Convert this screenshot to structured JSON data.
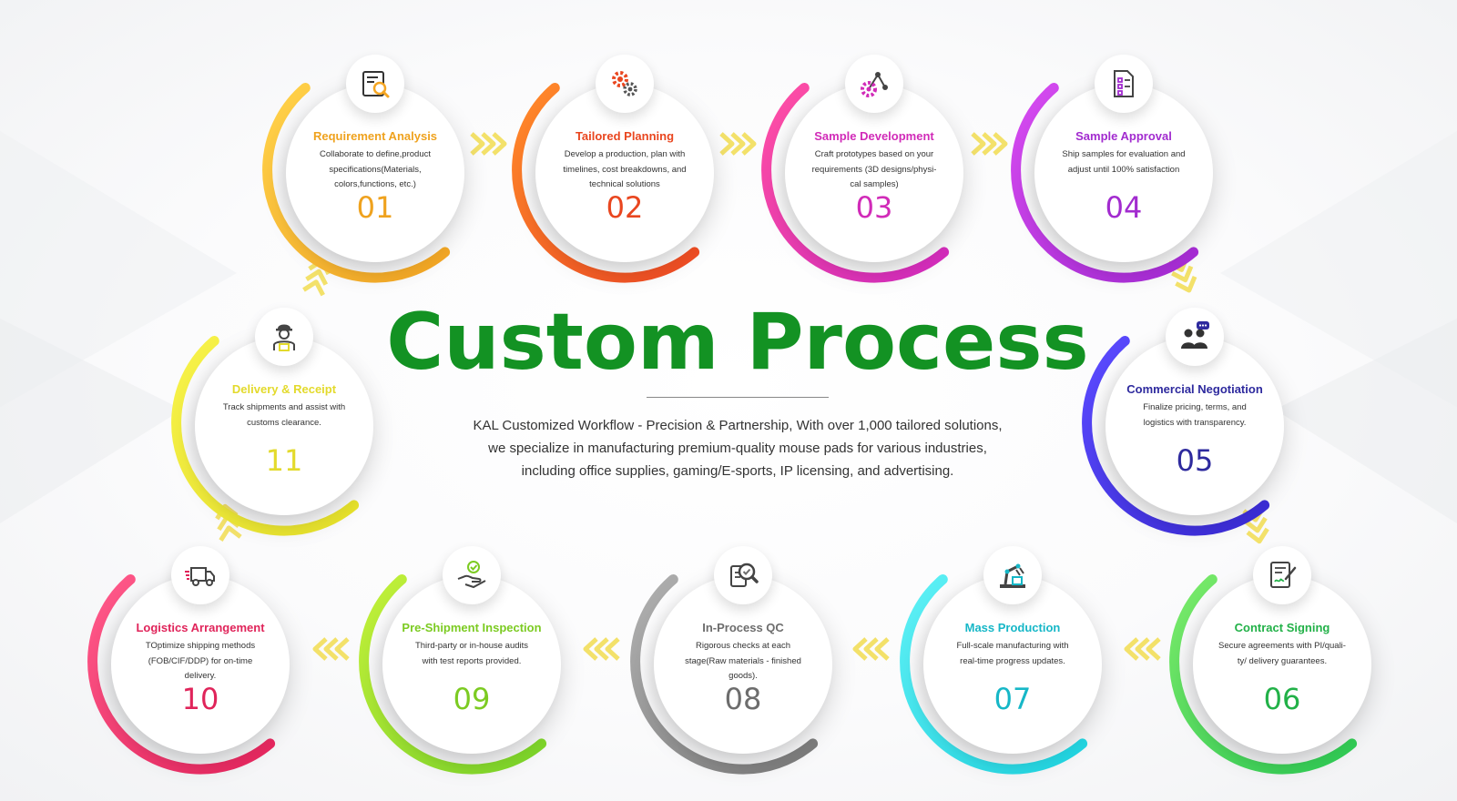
{
  "title": "Custom Process",
  "subtitle": [
    "KAL Customized Workflow - Precision & Partnership, With over 1,000 tailored solutions,",
    "we specialize in manufacturing premium-quality mouse pads for various industries,",
    "including office supplies, gaming/E-sports, IP licensing, and advertising."
  ],
  "steps": [
    {
      "number": "01",
      "title": "Requirement Analysis",
      "desc": [
        "Collaborate to define,product",
        "specifications(Materials,",
        "colors,functions, etc.)"
      ],
      "color": "#F5A623",
      "colorLight": "#FFD24A",
      "titleColor": "#EFA21E",
      "numColor": "#EFA21E",
      "icon": "document-search-icon"
    },
    {
      "number": "02",
      "title": "Tailored Planning",
      "desc": [
        "Develop a production, plan with",
        "timelines, cost breakdowns, and",
        "technical solutions"
      ],
      "color": "#F04A24",
      "colorLight": "#FF8A2A",
      "titleColor": "#E9461F",
      "numColor": "#E9461F",
      "icon": "gears-icon"
    },
    {
      "number": "03",
      "title": "Sample Development",
      "desc": [
        "Craft prototypes based on your",
        "requirements (3D designs/physi-",
        "cal samples)"
      ],
      "color": "#D42BC0",
      "colorLight": "#FF4FA3",
      "titleColor": "#D12BB8",
      "numColor": "#D12BB8",
      "icon": "gear-network-icon"
    },
    {
      "number": "04",
      "title": "Sample Approval",
      "desc": [
        "Ship samples for evaluation and",
        "adjust until 100% satisfaction"
      ],
      "color": "#A62BD6",
      "colorLight": "#D64BF0",
      "titleColor": "#A22BCF",
      "numColor": "#A22BCF",
      "icon": "checklist-icon"
    },
    {
      "number": "05",
      "title": "Commercial Negotiation",
      "desc": [
        "Finalize pricing, terms, and",
        "logistics with transparency."
      ],
      "color": "#3A2BD6",
      "colorLight": "#5B4BFF",
      "titleColor": "#2E2A9E",
      "numColor": "#2E2A9E",
      "icon": "negotiation-icon"
    },
    {
      "number": "06",
      "title": "Contract Signing",
      "desc": [
        "Secure agreements with PI/quali-",
        "ty/ delivery guarantees."
      ],
      "color": "#2ECC55",
      "colorLight": "#7BEA6A",
      "titleColor": "#22B148",
      "numColor": "#22B148",
      "icon": "contract-icon"
    },
    {
      "number": "07",
      "title": "Mass Production",
      "desc": [
        "Full-scale manufacturing with",
        "real-time progress updates."
      ],
      "color": "#1FD6E3",
      "colorLight": "#5FF0F5",
      "titleColor": "#16B7C7",
      "numColor": "#16B7C7",
      "icon": "robot-arm-icon"
    },
    {
      "number": "08",
      "title": "In-Process QC",
      "desc": [
        "Rigorous checks at each",
        "stage(Raw materials - finished",
        "goods)."
      ],
      "color": "#7A7A7A",
      "colorLight": "#B0B0B0",
      "titleColor": "#6D6D6D",
      "numColor": "#6D6D6D",
      "icon": "inspection-icon"
    },
    {
      "number": "09",
      "title": "Pre-Shipment Inspection",
      "desc": [
        "Third-party or in-house audits",
        "with test reports provided."
      ],
      "color": "#7BD62A",
      "colorLight": "#C3F03A",
      "titleColor": "#7CCB22",
      "numColor": "#7CCB22",
      "icon": "hand-check-icon"
    },
    {
      "number": "10",
      "title": "Logistics Arrangement",
      "desc": [
        "TOptimize shipping methods",
        "(FOB/CIF/DDP) for on-time",
        "delivery."
      ],
      "color": "#E8255E",
      "colorLight": "#FF5A8A",
      "titleColor": "#E0245A",
      "numColor": "#E0245A",
      "icon": "delivery-truck-icon"
    },
    {
      "number": "11",
      "title": "Delivery & Receipt",
      "desc": [
        "Track shipments and assist with",
        "customs clearance."
      ],
      "color": "#E8E32A",
      "colorLight": "#F7F24A",
      "titleColor": "#E3DA2C",
      "numColor": "#E3DA2C",
      "icon": "courier-icon"
    }
  ],
  "arrowColor": "#F3E16A"
}
